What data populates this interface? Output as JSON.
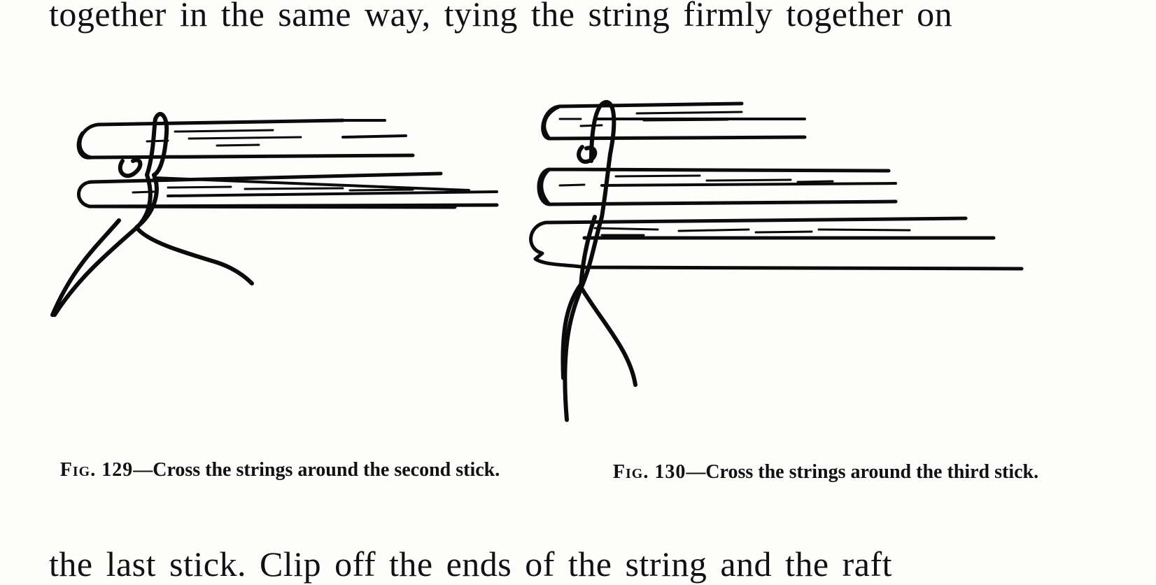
{
  "page": {
    "text_top": "together in the same way, tying the string firmly together on",
    "text_bottom": "the last stick.  Clip off the ends of the string and the raft"
  },
  "figures": [
    {
      "id": "fig129",
      "label": "Fig. 129",
      "caption": "—Cross the strings around the second stick."
    },
    {
      "id": "fig130",
      "label": "Fig. 130",
      "caption": "—Cross the strings around the third stick."
    }
  ]
}
